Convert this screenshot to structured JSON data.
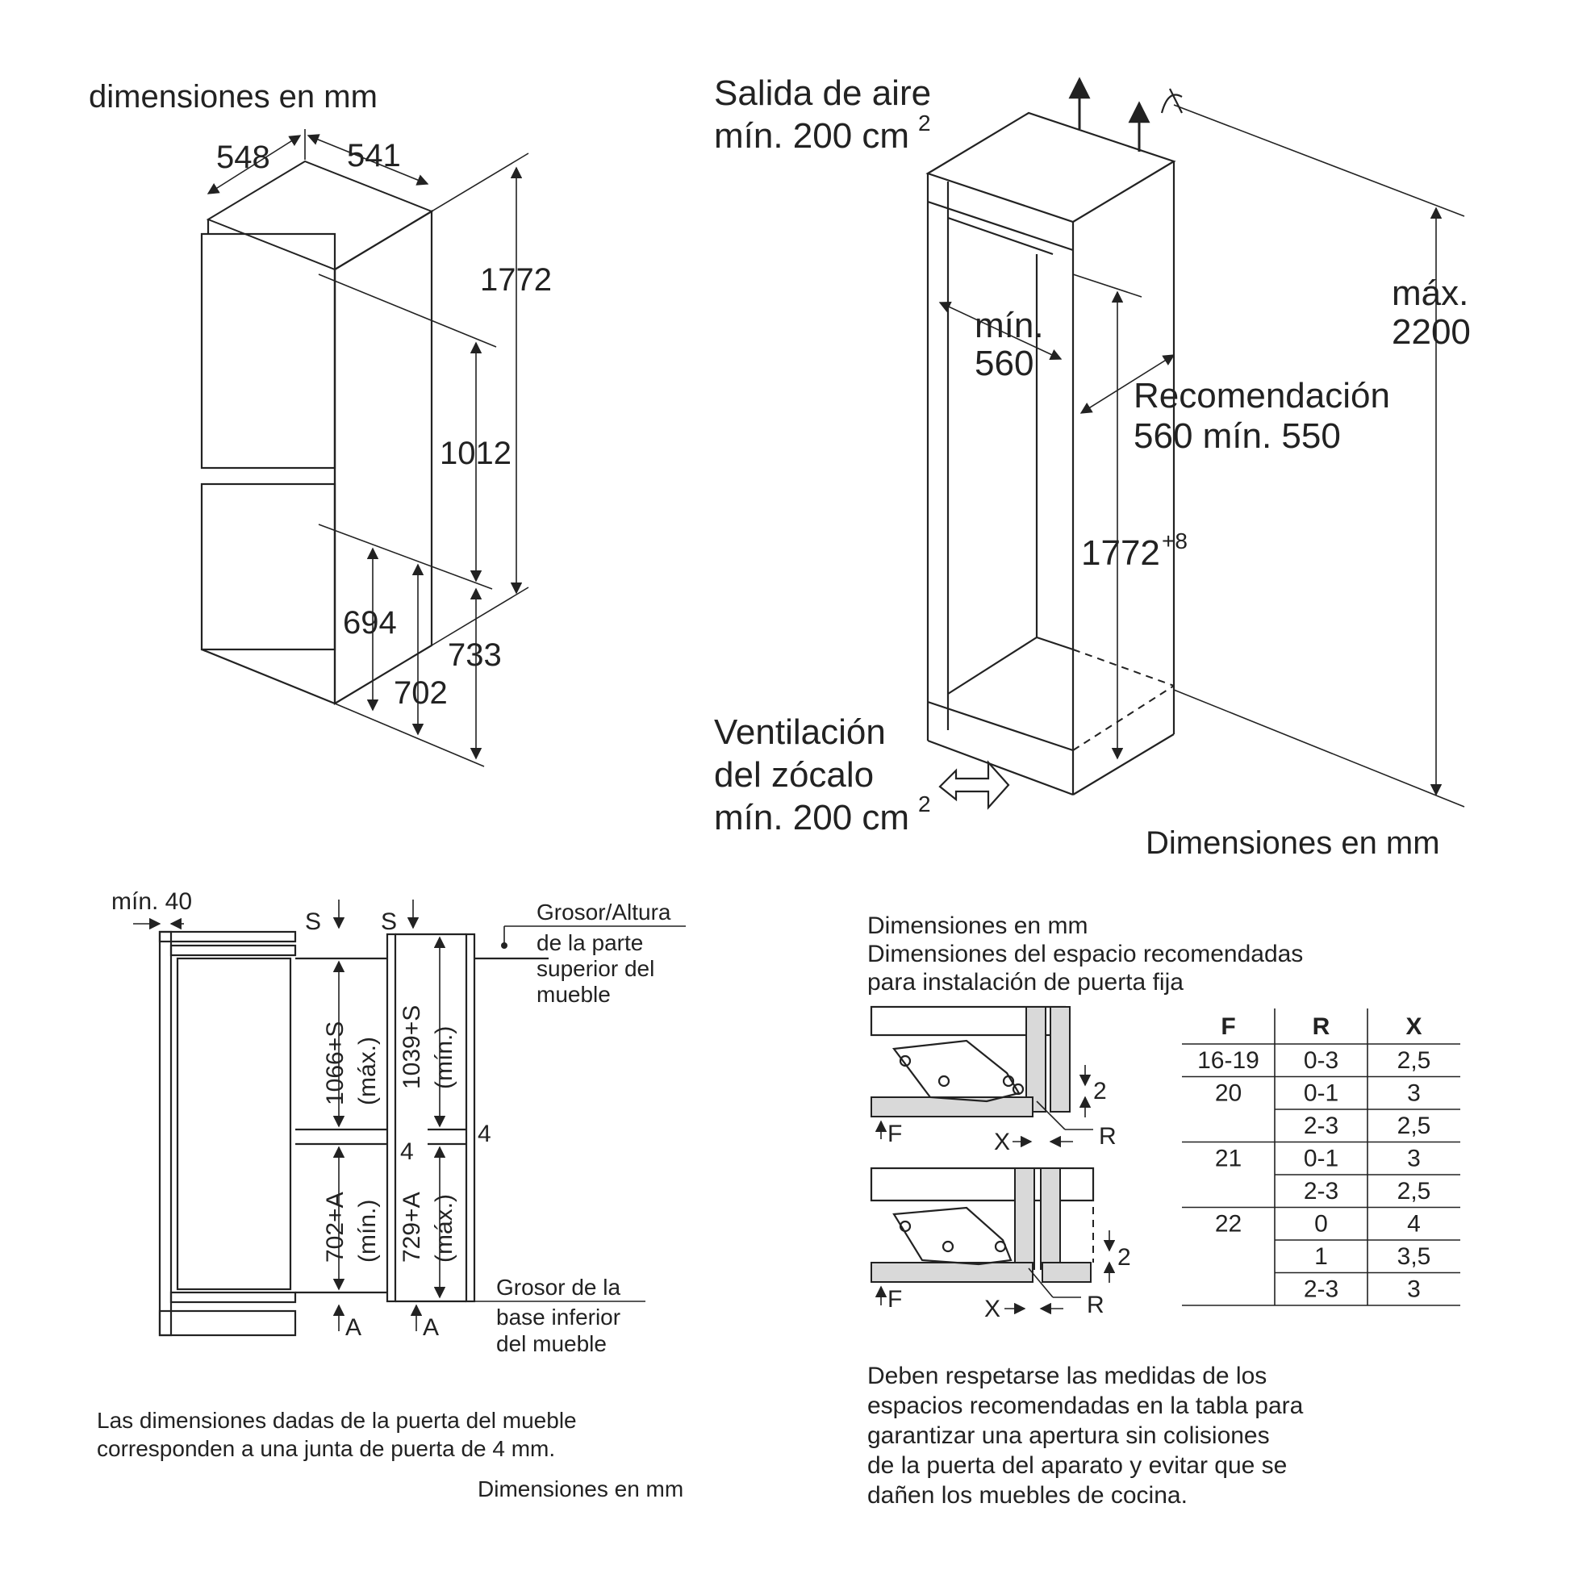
{
  "diagram1": {
    "unit_label": "dimensiones en mm",
    "width": "548",
    "depth": "541",
    "height": "1772",
    "upper": "1012",
    "lower_a": "694",
    "lower_b": "733",
    "lower_c": "702"
  },
  "diagram2": {
    "air_outlet": [
      "Salida de aire",
      "mín. 200 cm",
      "2"
    ],
    "min_width": [
      "mín.",
      "560"
    ],
    "recommend": [
      "Recomendación",
      "560 mín. 550"
    ],
    "niche_height": [
      "1772",
      "+8"
    ],
    "max_height": [
      "máx.",
      "2200"
    ],
    "plinth_vent": [
      "Ventilación",
      "del zócalo",
      "mín. 200 cm",
      "2"
    ],
    "unit_label": "Dimensiones en mm"
  },
  "diagram3": {
    "min40": "mín. 40",
    "s1": "S",
    "s2": "S",
    "top_label": [
      "Grosor/Altura",
      "de la parte",
      "superior del",
      "mueble"
    ],
    "v1066": "1066+S",
    "v1066_sub": "(máx.)",
    "v1039": "1039+S",
    "v1039_sub": "(mín.)",
    "v702": "702+A",
    "v702_sub": "(mín.)",
    "v729": "729+A",
    "v729_sub": "(máx.)",
    "gap1": "4",
    "gap2": "4",
    "a1": "A",
    "a2": "A",
    "bottom_label": [
      "Grosor de la",
      "base inferior",
      "del mueble"
    ],
    "note": [
      "Las dimensiones dadas de la puerta del mueble",
      "corresponden a una junta de puerta de 4 mm."
    ],
    "unit_label": "Dimensiones en mm"
  },
  "diagram4": {
    "header": [
      "Dimensiones en mm",
      "Dimensiones del espacio recomendadas",
      "para instalación de puerta fija"
    ],
    "labels": {
      "two": "2",
      "f": "F",
      "x": "X",
      "r": "R"
    },
    "table": {
      "headers": [
        "F",
        "R",
        "X"
      ],
      "rows": [
        [
          "16-19",
          "0-3",
          "2,5"
        ],
        [
          "20",
          "0-1",
          "3"
        ],
        [
          "",
          "2-3",
          "2,5"
        ],
        [
          "21",
          "0-1",
          "3"
        ],
        [
          "",
          "2-3",
          "2,5"
        ],
        [
          "22",
          "0",
          "4"
        ],
        [
          "",
          "1",
          "3,5"
        ],
        [
          "",
          "2-3",
          "3"
        ]
      ]
    },
    "note": [
      "Deben respetarse las medidas de los",
      "espacios recomendadas en la tabla para",
      "garantizar una apertura sin colisiones",
      "de la puerta del aparato y evitar que se",
      "dañen los muebles de cocina."
    ]
  }
}
